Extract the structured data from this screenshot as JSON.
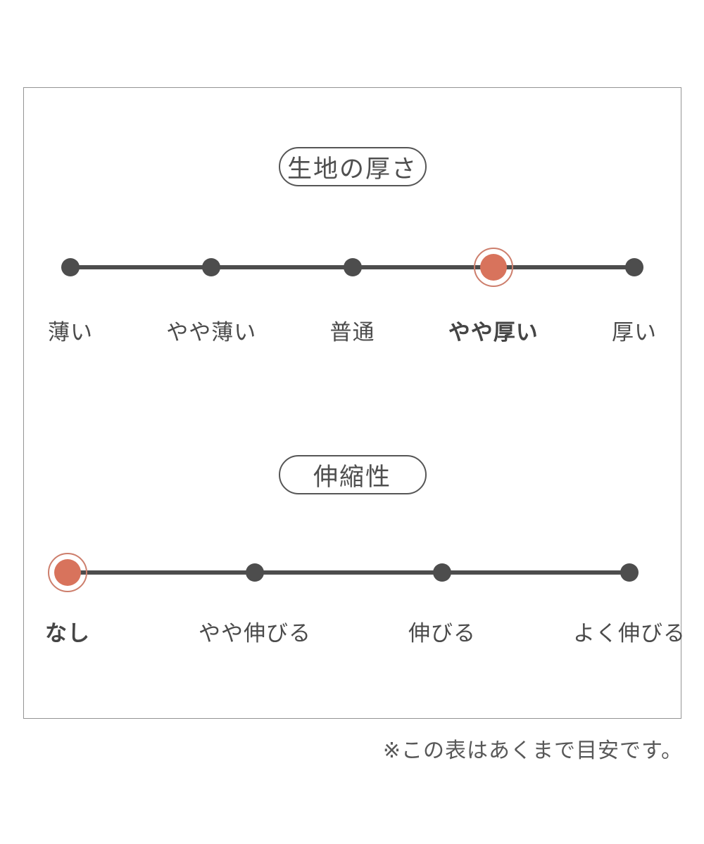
{
  "colors": {
    "accent": "#d8735c",
    "accent_ring": "#cd7e6c",
    "dark": "#4d4d4d",
    "panel_border": "#949494",
    "text": "#4b4b4b"
  },
  "scales": [
    {
      "title": "生地の厚さ",
      "selected_index": 3,
      "options": [
        {
          "label": "薄い",
          "selected": false
        },
        {
          "label": "やや薄い",
          "selected": false
        },
        {
          "label": "普通",
          "selected": false
        },
        {
          "label": "やや厚い",
          "selected": true
        },
        {
          "label": "厚い",
          "selected": false
        }
      ]
    },
    {
      "title": "伸縮性",
      "selected_index": 0,
      "options": [
        {
          "label": "なし",
          "selected": true
        },
        {
          "label": "やや伸びる",
          "selected": false
        },
        {
          "label": "伸びる",
          "selected": false
        },
        {
          "label": "よく伸びる",
          "selected": false
        }
      ]
    }
  ],
  "footnote": "※この表はあくまで目安です。"
}
